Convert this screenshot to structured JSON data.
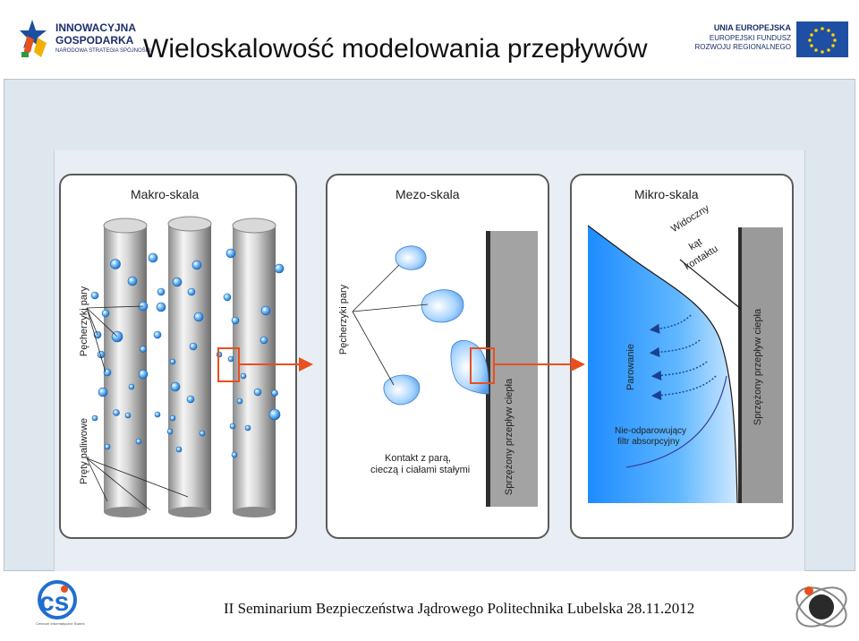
{
  "header": {
    "title": "Wieloskalowość modelowania przepływów",
    "logo_left": {
      "line1": "INNOWACYJNA",
      "line2": "GOSPODARKA",
      "line3": "NARODOWA STRATEGIA SPÓJNOŚCI"
    },
    "logo_right": {
      "line1": "UNIA EUROPEJSKA",
      "line2": "EUROPEJSKI FUNDUSZ",
      "line3": "ROZWOJU REGIONALNEGO"
    }
  },
  "panels": {
    "macro": {
      "title": "Makro-skala",
      "bubbles_label": "Pęcherzyki pary",
      "rods_label": "Pręty paliwowe"
    },
    "meso": {
      "title": "Mezo-skala",
      "bubbles_label": "Pęcherzyki pary",
      "contact_label_1": "Kontakt z parą,",
      "contact_label_2": "cieczą i ciałami stałymi",
      "heat_label": "Sprzężony przepływ ciepła"
    },
    "micro": {
      "title": "Mikro-skala",
      "angle_label_1": "Widoczny",
      "angle_label_2": "kąt",
      "angle_label_3": "kontaktu",
      "evaporation_label": "Parowanie",
      "filter_label_1": "Nie-odparowujący",
      "filter_label_2": "filtr absorpcyjny",
      "heat_label": "Sprzężony przepływ ciepła"
    }
  },
  "footer": {
    "text": "II Seminarium Bezpieczeństwa Jądrowego Politechnika Lubelska 28.11.2012",
    "logo_left_caption": "Centrum Informatyczne Świerk"
  },
  "colors": {
    "accent_red": "#e8501e",
    "water_blue": "#1e90ff",
    "panel_border": "#5a5a5a"
  }
}
